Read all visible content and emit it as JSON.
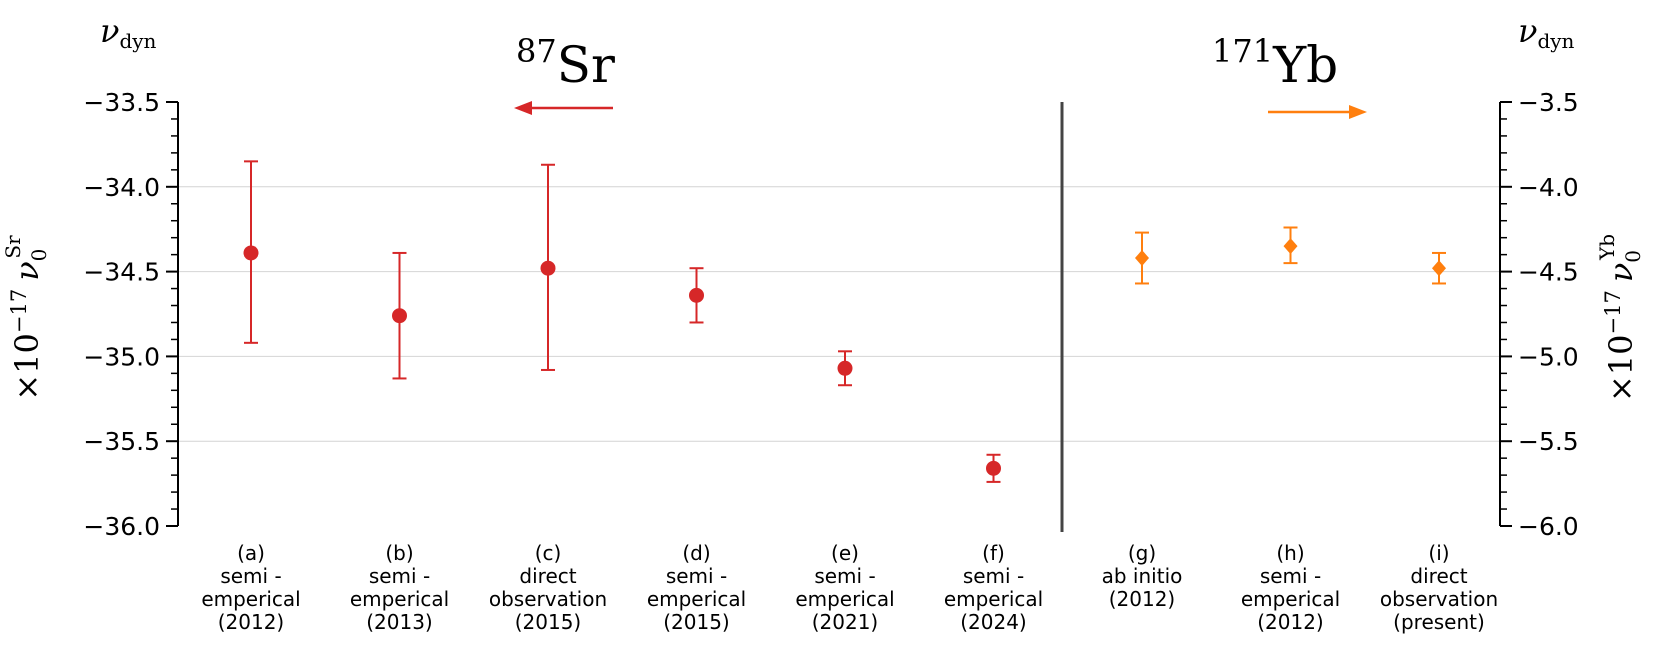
{
  "chart_data": {
    "type": "scatter",
    "left_axis": {
      "label_prefix": "×10",
      "label_exp": "−17",
      "label_symbol": "ν",
      "label_sub": "0",
      "label_sup": "Sr",
      "top_symbol": "ν",
      "top_sub": "dyn",
      "ylim": [
        -36.0,
        -33.5
      ],
      "ticks": [
        -33.5,
        -34.0,
        -34.5,
        -35.0,
        -35.5,
        -36.0
      ],
      "tick_labels": [
        "−33.5",
        "−34.0",
        "−34.5",
        "−35.0",
        "−35.5",
        "−36.0"
      ]
    },
    "right_axis": {
      "label_prefix": "×10",
      "label_exp": "−17",
      "label_symbol": "ν",
      "label_sub": "0",
      "label_sup": "Yb",
      "top_symbol": "ν",
      "top_sub": "dyn",
      "ylim": [
        -6.0,
        -3.5
      ],
      "ticks": [
        -3.5,
        -4.0,
        -4.5,
        -5.0,
        -5.5,
        -6.0
      ],
      "tick_labels": [
        "−3.5",
        "−4.0",
        "−4.5",
        "−5.0",
        "−5.5",
        "−6.0"
      ]
    },
    "grid": "horizontal",
    "groups": [
      {
        "mass": "87",
        "element": "Sr",
        "color": "#d62728",
        "marker": "circle",
        "arrow": "left"
      },
      {
        "mass": "171",
        "element": "Yb",
        "color": "#ff7f0e",
        "marker": "diamond",
        "arrow": "right"
      }
    ],
    "points": [
      {
        "group": 0,
        "lines": [
          "(a)",
          "semi -",
          "emperical",
          "(2012)"
        ],
        "value": -34.39,
        "low": -34.92,
        "high": -33.85
      },
      {
        "group": 0,
        "lines": [
          "(b)",
          "semi -",
          "emperical",
          "(2013)"
        ],
        "value": -34.76,
        "low": -35.13,
        "high": -34.39
      },
      {
        "group": 0,
        "lines": [
          "(c)",
          "direct",
          "observation",
          "(2015)"
        ],
        "value": -34.48,
        "low": -35.08,
        "high": -33.87
      },
      {
        "group": 0,
        "lines": [
          "(d)",
          "semi -",
          "emperical",
          "(2015)"
        ],
        "value": -34.64,
        "low": -34.8,
        "high": -34.48
      },
      {
        "group": 0,
        "lines": [
          "(e)",
          "semi -",
          "emperical",
          "(2021)"
        ],
        "value": -35.07,
        "low": -35.17,
        "high": -34.97
      },
      {
        "group": 0,
        "lines": [
          "(f)",
          "semi -",
          "emperical",
          "(2024)"
        ],
        "value": -35.66,
        "low": -35.74,
        "high": -35.58
      },
      {
        "group": 1,
        "lines": [
          "(g)",
          "ab initio",
          "(2012)"
        ],
        "value": -4.42,
        "low": -4.57,
        "high": -4.27
      },
      {
        "group": 1,
        "lines": [
          "(h)",
          "semi -",
          "emperical",
          "(2012)"
        ],
        "value": -4.35,
        "low": -4.45,
        "high": -4.24
      },
      {
        "group": 1,
        "lines": [
          "(i)",
          "direct",
          "observation",
          "(present)"
        ],
        "value": -4.48,
        "low": -4.57,
        "high": -4.39
      }
    ]
  }
}
